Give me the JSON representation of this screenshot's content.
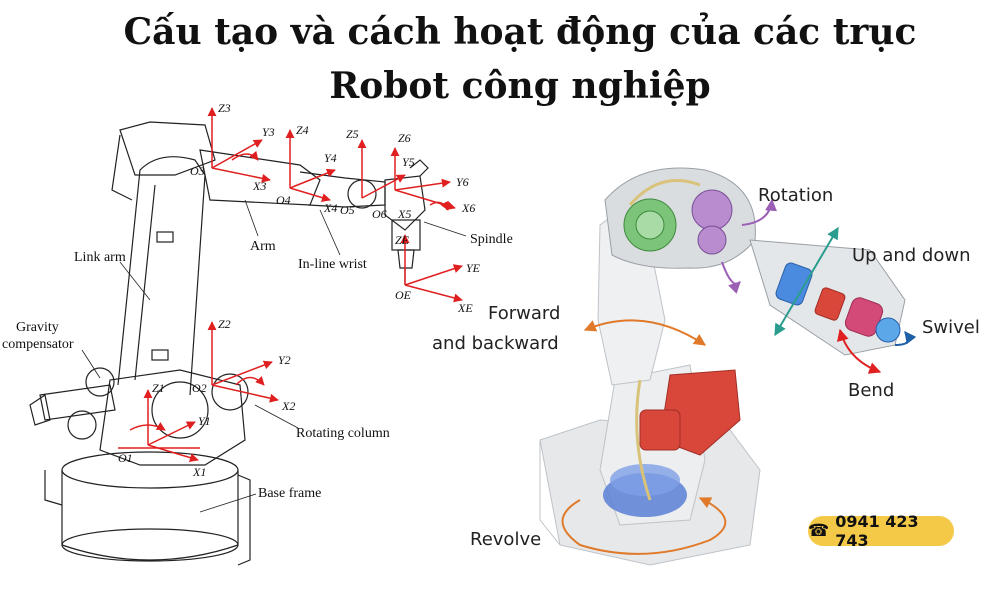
{
  "title": {
    "line1": "Cấu tạo và cách hoạt động của các trục",
    "line2": "Robot công nghiệp"
  },
  "left_diagram": {
    "labels": {
      "link_arm": "Link arm",
      "gravity": "Gravity",
      "compensator": "compensator",
      "arm": "Arm",
      "inline_wrist": "In-line wrist",
      "spindle": "Spindle",
      "rotating_column": "Rotating column",
      "base_frame": "Base frame"
    },
    "axes": {
      "z3": "Z3",
      "y3": "Y3",
      "z4": "Z4",
      "z5": "Z5",
      "z6": "Z6",
      "o3": "O3",
      "x3": "X3",
      "y4": "Y4",
      "y5": "Y5",
      "y6": "Y6",
      "o4": "O4",
      "x4": "X4",
      "o5": "O5",
      "o6": "O6",
      "x5": "X5",
      "x6": "X6",
      "ze": "ZE",
      "ye": "YE",
      "oe": "OE",
      "xe": "XE",
      "z2": "Z2",
      "y2": "Y2",
      "o2": "O2",
      "x2": "X2",
      "z1": "Z1",
      "y1": "Y1",
      "o1": "O1",
      "x1": "X1"
    }
  },
  "right_diagram": {
    "labels": {
      "rotation": "Rotation",
      "up_and_down": "Up and down",
      "swivel": "Swivel",
      "bend": "Bend",
      "forward": "Forward",
      "and_backward": "and backward",
      "revolve": "Revolve"
    }
  },
  "contact": {
    "phone": "0941 423 743",
    "icon": "phone-icon"
  },
  "colors": {
    "axis_red": "#e02020",
    "motion_orange": "#e07a2a",
    "motion_teal": "#2a9d8f",
    "motion_purple": "#9b5fb5",
    "badge": "#f5c948"
  }
}
